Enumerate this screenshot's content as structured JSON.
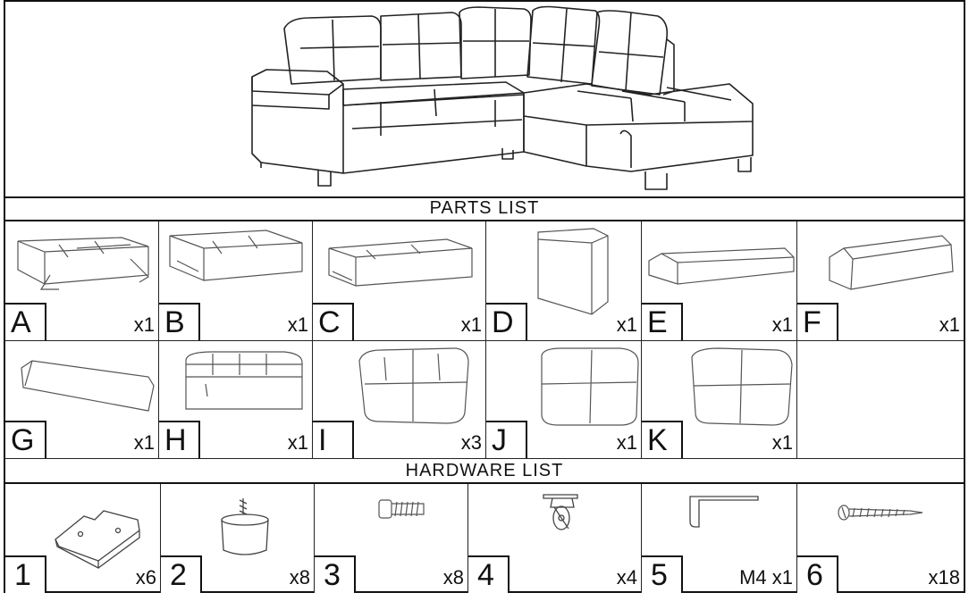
{
  "parts_heading": "PARTS LIST",
  "hardware_heading": "HARDWARE LIST",
  "parts_row1": [
    {
      "letter": "A",
      "qty": "x1",
      "icon": "pull-out-bed-seat"
    },
    {
      "letter": "B",
      "qty": "x1",
      "icon": "bed-seat-with-storage"
    },
    {
      "letter": "C",
      "qty": "x1",
      "icon": "pull-out-drawer-seat"
    },
    {
      "letter": "D",
      "qty": "x1",
      "icon": "armrest"
    },
    {
      "letter": "E",
      "qty": "x1",
      "icon": "back-rail"
    },
    {
      "letter": "F",
      "qty": "x1",
      "icon": "back-rail"
    }
  ],
  "parts_row2": [
    {
      "letter": "G",
      "qty": "x1",
      "icon": "back-rail"
    },
    {
      "letter": "H",
      "qty": "x1",
      "icon": "storage-ottoman"
    },
    {
      "letter": "I",
      "qty": "x3",
      "icon": "back-cushion"
    },
    {
      "letter": "J",
      "qty": "x1",
      "icon": "back-cushion"
    },
    {
      "letter": "K",
      "qty": "x1",
      "icon": "back-cushion"
    }
  ],
  "hardware": [
    {
      "num": "1",
      "qty": "x6",
      "icon": "bracket"
    },
    {
      "num": "2",
      "qty": "x8",
      "icon": "leg"
    },
    {
      "num": "3",
      "qty": "x8",
      "icon": "bolt"
    },
    {
      "num": "4",
      "qty": "x4",
      "icon": "caster-wheel"
    },
    {
      "num": "5",
      "qty": "M4 x1",
      "icon": "allen-key"
    },
    {
      "num": "6",
      "qty": "x18",
      "icon": "screw"
    }
  ]
}
